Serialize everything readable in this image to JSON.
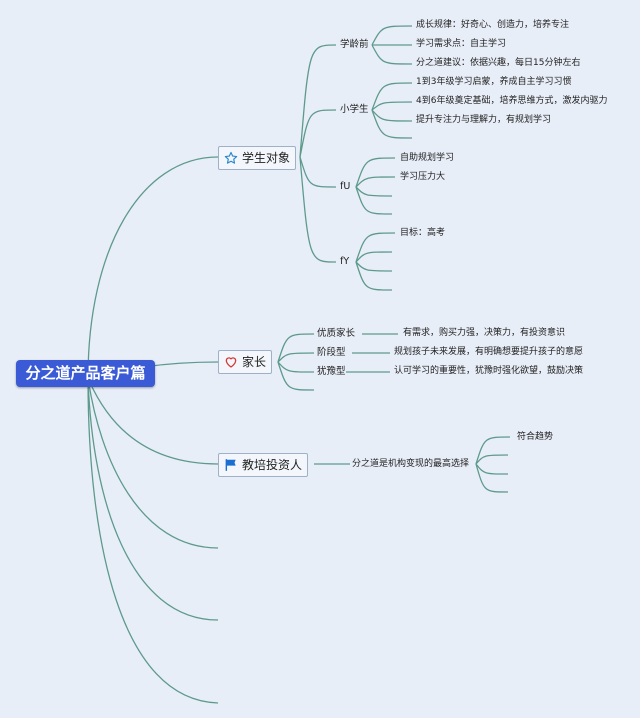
{
  "colors": {
    "line": "#5e9a8c",
    "root": "#3b5bd6",
    "background": "#e8eef8"
  },
  "root": {
    "label": "分之道产品客户篇"
  },
  "students": {
    "label": "学生对象",
    "icon": "star-icon",
    "groups": [
      {
        "label": "学龄前",
        "items": [
          "成长规律：好奇心、创造力，培养专注",
          "学习需求点：自主学习",
          "分之道建议：依据兴趣，每日15分钟左右"
        ]
      },
      {
        "label": "小学生",
        "items": [
          "1到3年级学习启蒙，养成自主学习习惯",
          "4到6年级奠定基础，培养思维方式，激发内驱力",
          "提升专注力与理解力，有规划学习"
        ]
      },
      {
        "label": "fU",
        "items": [
          "自助规划学习",
          "学习压力大"
        ]
      },
      {
        "label": "fY",
        "items": [
          "目标：高考"
        ]
      }
    ]
  },
  "parents": {
    "label": "家长",
    "icon": "heart-icon",
    "items": [
      {
        "label": "优质家长",
        "desc": "有需求，购买力强，决策力，有投资意识"
      },
      {
        "label": "阶段型",
        "desc": "规划孩子未来发展，有明确想要提升孩子的意愿"
      },
      {
        "label": "犹豫型",
        "desc": "认可学习的重要性，犹豫时强化欲望，鼓励决策"
      }
    ]
  },
  "investors": {
    "label": "教培投资人",
    "icon": "flag-icon",
    "sub": {
      "label": "分之道是机构变现的最高选择",
      "items": [
        "符合趋势"
      ]
    }
  }
}
